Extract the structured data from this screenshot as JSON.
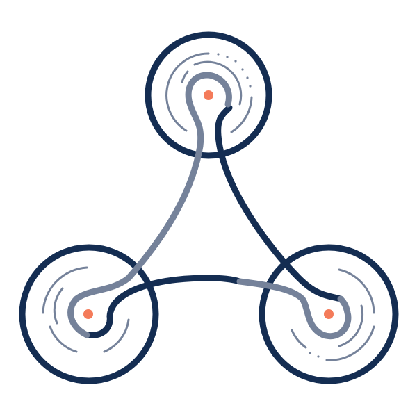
{
  "colors": {
    "navy": "#142d52",
    "gray": "#75829a",
    "accent": "#f47b5a",
    "background": "#ffffff"
  },
  "nodes": [
    {
      "name": "top"
    },
    {
      "name": "bottom-left"
    },
    {
      "name": "bottom-right"
    }
  ]
}
